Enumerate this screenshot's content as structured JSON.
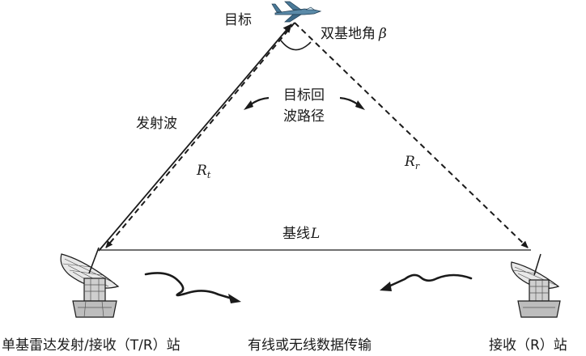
{
  "labels": {
    "target": "目标",
    "bistatic_angle_text": "双基地角",
    "bistatic_angle_symbol": "β",
    "echo_path_line1": "目标回",
    "echo_path_line2": "波路径",
    "transmit_wave": "发射波",
    "rt_main": "R",
    "rt_sub": "t",
    "rr_main": "R",
    "rr_sub": "r",
    "baseline_text": "基线",
    "baseline_symbol": "L",
    "monostatic_station": "单基雷达发射/接收（T/R）站",
    "data_transmission": "有线或无线数据传输",
    "receive_station": "接收（R）站"
  }
}
